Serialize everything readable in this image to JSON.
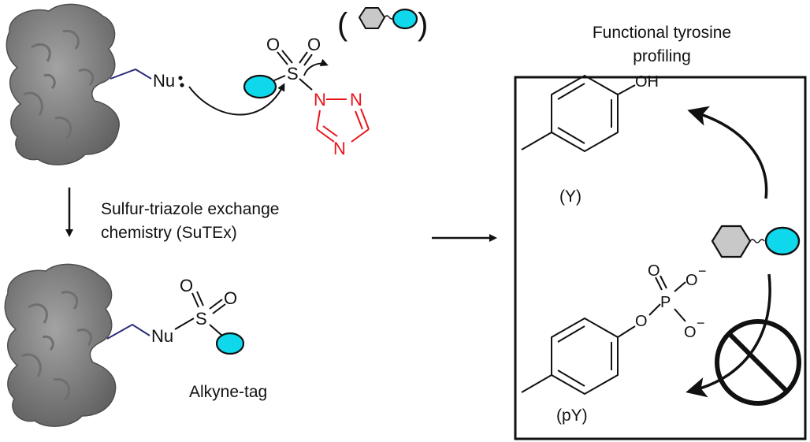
{
  "labels": {
    "profiling_title_line1": "Functional tyrosine",
    "profiling_title_line2": "profiling",
    "reaction_line1": "Sulfur-triazole exchange",
    "reaction_line2": "chemistry (SuTEx)",
    "alkyne_tag": "Alkyne-tag",
    "tyrosine": "(Y)",
    "phosphotyrosine": "(pY)",
    "leaving_group_open": "(",
    "leaving_group_close": ")"
  },
  "atoms": {
    "nucleophile": "Nu",
    "sulfur": "S",
    "oxygen": "O",
    "nitrogen": "N",
    "hydroxyl": "OH",
    "phosphorus": "P",
    "minus": "−"
  },
  "colors": {
    "protein": "#8a8a8a",
    "protein_dark": "#5e5e5e",
    "linker": "#2b2b7a",
    "tag": "#10d8ec",
    "triazole": "#e8141c",
    "hexagon": "#c8c8c8",
    "ink": "#111111"
  },
  "icons": {
    "protein": "protein-surface-icon",
    "tag": "cyan-ellipse-icon",
    "probe": "hexagon-probe-icon",
    "blocked": "blocked-symbol-icon"
  }
}
